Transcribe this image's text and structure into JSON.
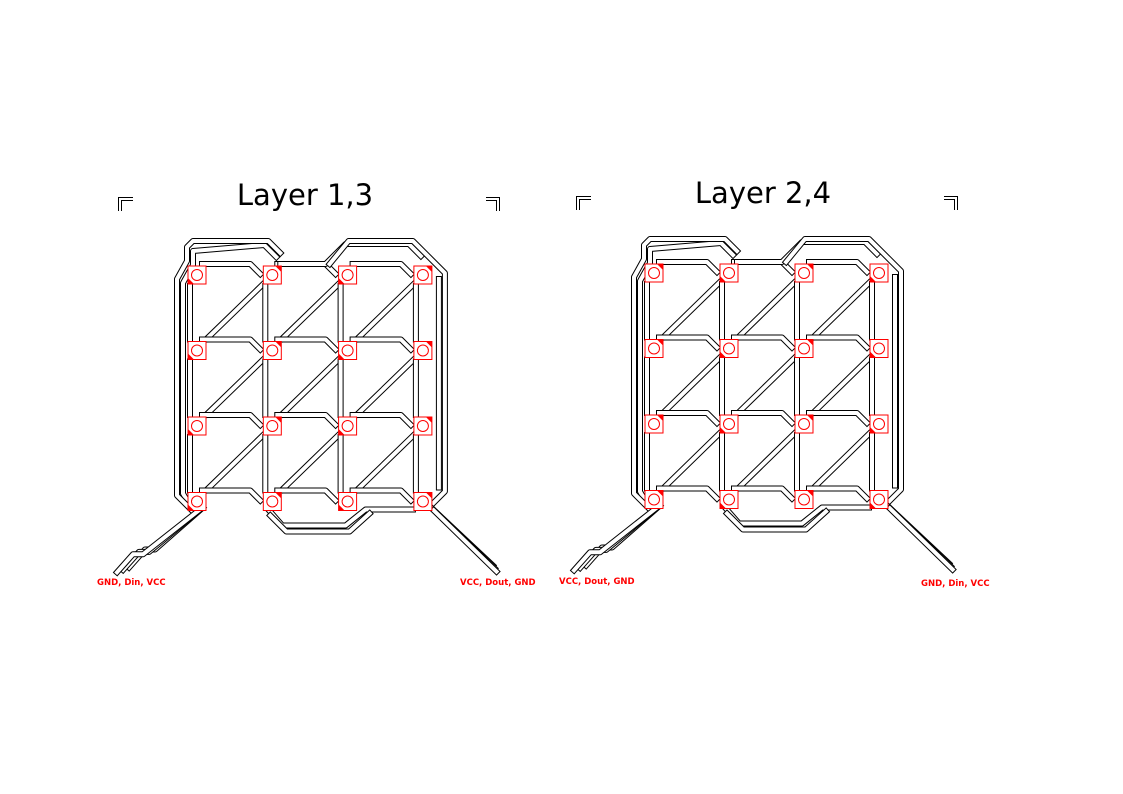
{
  "layers": [
    {
      "title": "Layer 1,3",
      "left_label": "GND, Din, VCC",
      "right_label": "VCC, Dout, GND",
      "mirrored": false
    },
    {
      "title": "Layer 2,4",
      "left_label": "VCC, Dout, GND",
      "right_label": "GND, Din, VCC",
      "mirrored": true
    }
  ],
  "grid": {
    "rows": 4,
    "cols": 4
  },
  "colors": {
    "trace": "#000000",
    "pad": "#ff0000",
    "label": "#ff0000"
  }
}
